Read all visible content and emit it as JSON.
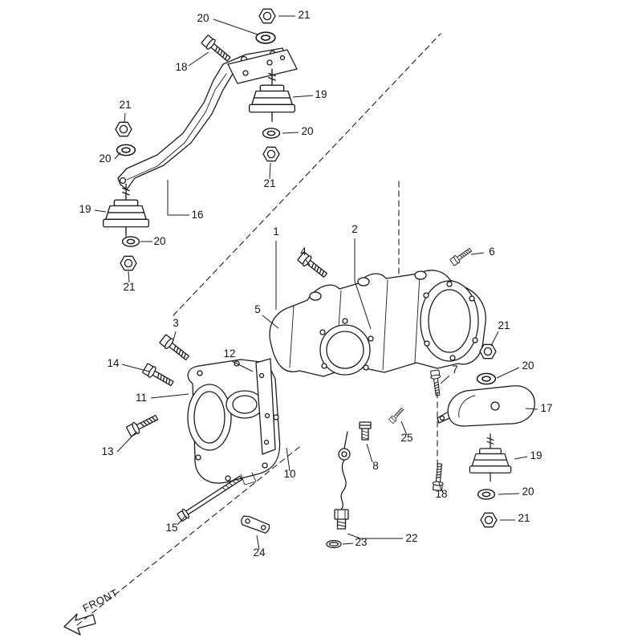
{
  "diagram": {
    "front_label": "FRONT",
    "colors": {
      "line": "#1c1c1c",
      "background": "#ffffff"
    },
    "callouts": [
      {
        "label": "20"
      },
      {
        "label": "21"
      },
      {
        "label": "18"
      },
      {
        "label": "19"
      },
      {
        "label": "20"
      },
      {
        "label": "21"
      },
      {
        "label": "21"
      },
      {
        "label": "20"
      },
      {
        "label": "19"
      },
      {
        "label": "16"
      },
      {
        "label": "20"
      },
      {
        "label": "21"
      },
      {
        "label": "1"
      },
      {
        "label": "2"
      },
      {
        "label": "4"
      },
      {
        "label": "6"
      },
      {
        "label": "3"
      },
      {
        "label": "5"
      },
      {
        "label": "14"
      },
      {
        "label": "12"
      },
      {
        "label": "11"
      },
      {
        "label": "7"
      },
      {
        "label": "13"
      },
      {
        "label": "25"
      },
      {
        "label": "8"
      },
      {
        "label": "10"
      },
      {
        "label": "15"
      },
      {
        "label": "24"
      },
      {
        "label": "23"
      },
      {
        "label": "22"
      },
      {
        "label": "21"
      },
      {
        "label": "20"
      },
      {
        "label": "17"
      },
      {
        "label": "19"
      },
      {
        "label": "18"
      },
      {
        "label": "20"
      },
      {
        "label": "21"
      }
    ]
  }
}
